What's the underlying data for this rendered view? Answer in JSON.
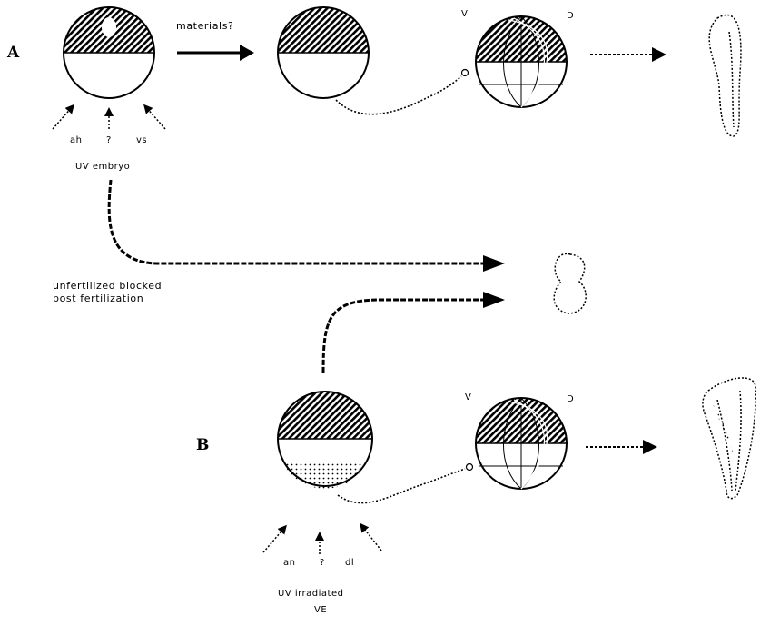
{
  "panels": {
    "a": {
      "letter": "A",
      "treatment": "materials?",
      "injection_left": "ah",
      "injection_mid": "?",
      "injection_right": "vs",
      "zygote_label": "UV embryo",
      "ventral": "V",
      "dorsal": "D"
    },
    "b": {
      "letter": "B",
      "injection_left": "an",
      "injection_mid": "?",
      "injection_right": "dl",
      "label_line1": "UV irradiated",
      "label_line2": "VE",
      "ventral": "V",
      "dorsal": "D"
    }
  },
  "middle": {
    "line1": "unfertilized blocked",
    "line2": "post fertilization"
  },
  "colors": {
    "ink": "#000000",
    "background": "#ffffff"
  }
}
